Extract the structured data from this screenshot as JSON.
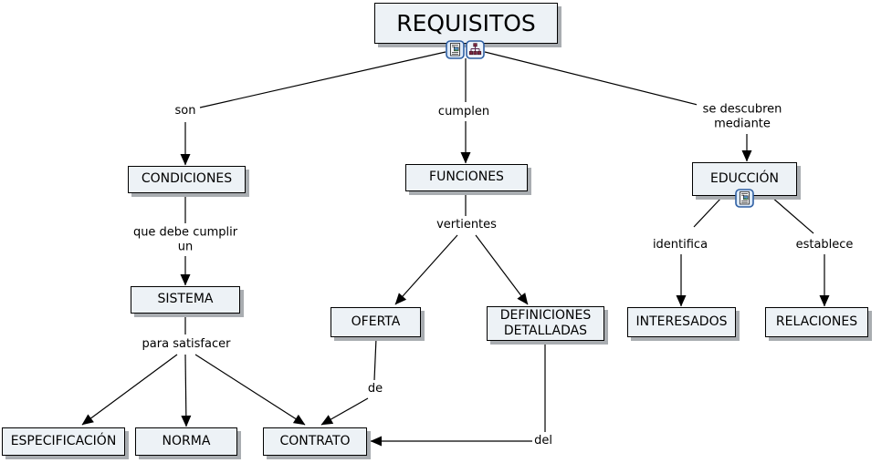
{
  "app": {
    "title": "REQUISITOS",
    "type": "concept map"
  },
  "colors": {
    "node_fill": "#edf2f6",
    "node_border": "#000000",
    "node_shadow": "#a9adb1",
    "line": "#000000",
    "icon_frame": "#2e5fa3",
    "background": "#ffffff"
  },
  "nodes": {
    "requisitos": {
      "label": "REQUISITOS"
    },
    "condiciones": {
      "label": "CONDICIONES"
    },
    "funciones": {
      "label": "FUNCIONES"
    },
    "educcion": {
      "label": "EDUCCIÓN"
    },
    "sistema": {
      "label": "SISTEMA"
    },
    "oferta": {
      "label": "OFERTA"
    },
    "definiciones_detalladas": {
      "label": "DEFINICIONES DETALLADAS"
    },
    "especificacion": {
      "label": "ESPECIFICACIÓN"
    },
    "norma": {
      "label": "NORMA"
    },
    "contrato": {
      "label": "CONTRATO"
    },
    "interesados": {
      "label": "INTERESADOS"
    },
    "relaciones": {
      "label": "RELACIONES"
    }
  },
  "linking_phrases": {
    "son": {
      "label": "son"
    },
    "cumplen": {
      "label": "cumplen"
    },
    "se_descubren_mediante": {
      "label": "se descubren mediante"
    },
    "que_debe_cumplir_un": {
      "label": "que debe cumplir un"
    },
    "para_satisfacer": {
      "label": "para satisfacer"
    },
    "vertientes": {
      "label": "vertientes"
    },
    "de": {
      "label": "de"
    },
    "del": {
      "label": "del"
    },
    "identifica": {
      "label": "identifica"
    },
    "establece": {
      "label": "establece"
    }
  },
  "icons": {
    "requisitos_resources": [
      "document-image-icon",
      "concept-map-icon"
    ],
    "educcion_resources": [
      "document-image-icon"
    ]
  },
  "edges": [
    {
      "from": "REQUISITOS",
      "phrase": "son",
      "to": "CONDICIONES"
    },
    {
      "from": "REQUISITOS",
      "phrase": "cumplen",
      "to": "FUNCIONES"
    },
    {
      "from": "REQUISITOS",
      "phrase": "se descubren mediante",
      "to": "EDUCCIÓN"
    },
    {
      "from": "CONDICIONES",
      "phrase": "que debe cumplir un",
      "to": "SISTEMA"
    },
    {
      "from": "SISTEMA",
      "phrase": "para satisfacer",
      "to": "ESPECIFICACIÓN"
    },
    {
      "from": "SISTEMA",
      "phrase": "para satisfacer",
      "to": "NORMA"
    },
    {
      "from": "SISTEMA",
      "phrase": "para satisfacer",
      "to": "CONTRATO"
    },
    {
      "from": "FUNCIONES",
      "phrase": "vertientes",
      "to": "OFERTA"
    },
    {
      "from": "FUNCIONES",
      "phrase": "vertientes",
      "to": "DEFINICIONES DETALLADAS"
    },
    {
      "from": "OFERTA",
      "phrase": "de",
      "to": "CONTRATO"
    },
    {
      "from": "DEFINICIONES DETALLADAS",
      "phrase": "del",
      "to": "CONTRATO"
    },
    {
      "from": "EDUCCIÓN",
      "phrase": "identifica",
      "to": "INTERESADOS"
    },
    {
      "from": "EDUCCIÓN",
      "phrase": "establece",
      "to": "RELACIONES"
    }
  ]
}
